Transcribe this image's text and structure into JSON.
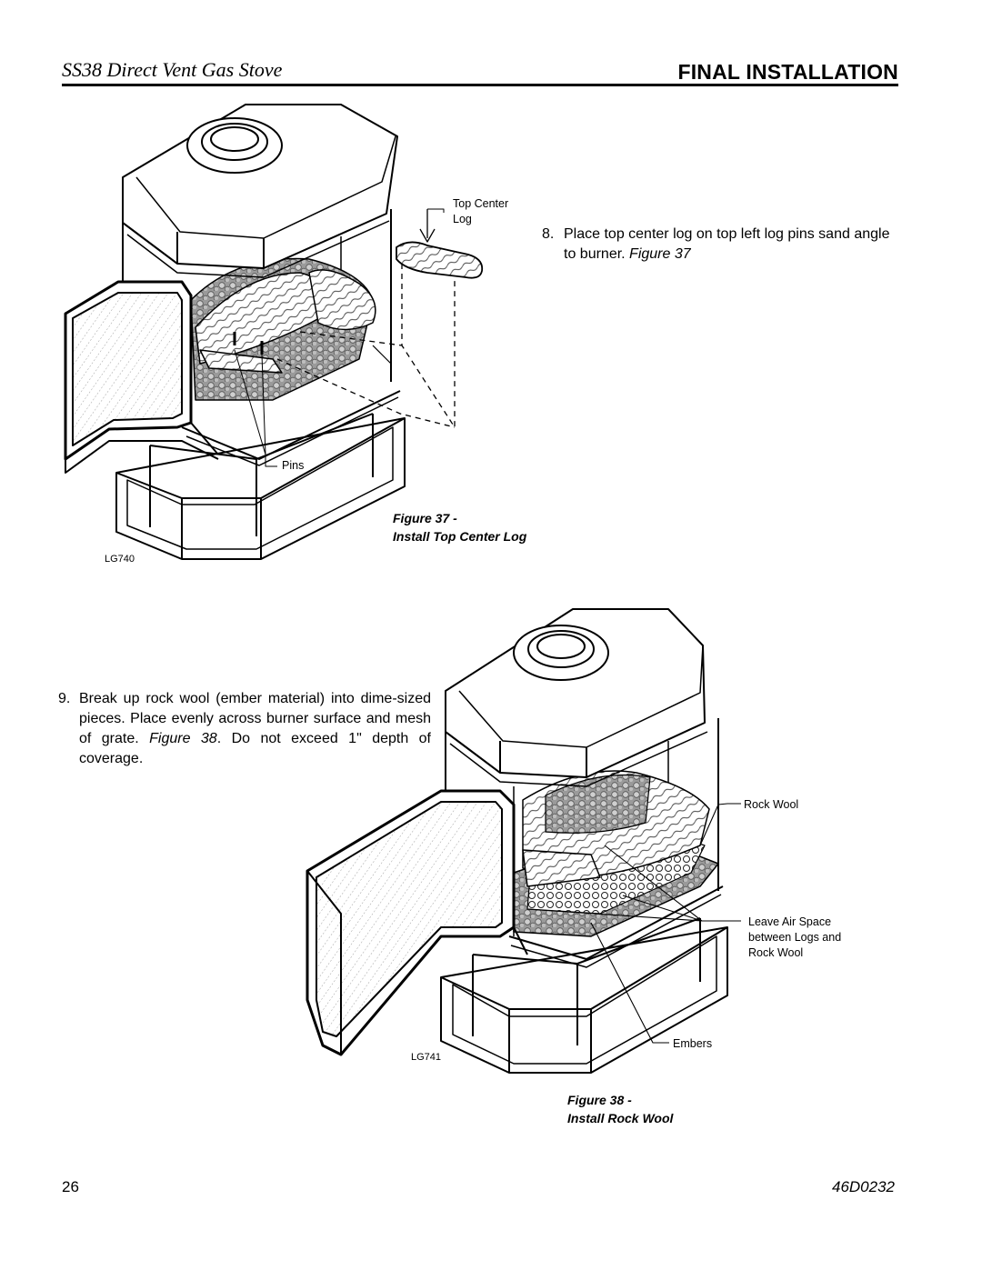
{
  "header": {
    "doc_title": "SS38 Direct Vent Gas Stove",
    "section_title": "FINAL INSTALLATION"
  },
  "steps": [
    {
      "number": "8.",
      "text_before": "Place top center log on top left log pins sand angle to burner. ",
      "ref": "Figure 37"
    },
    {
      "number": "9.",
      "text_before": "Break up rock wool (ember material) into dime-sized pieces. Place evenly across burner surface and mesh of grate. ",
      "ref": "Figure 38",
      "text_after": ". Do not exceed 1\" depth of coverage."
    }
  ],
  "figure37": {
    "callouts": {
      "top_center_log": "Top Center\nLog",
      "pins": "Pins"
    },
    "drawing_code": "LG740",
    "caption_line1": "Figure 37 -",
    "caption_line2": "Install Top Center Log"
  },
  "figure38": {
    "callouts": {
      "rock_wool": "Rock Wool",
      "air_space": "Leave Air Space\nbetween Logs and\nRock Wool",
      "embers": "Embers"
    },
    "drawing_code": "LG741",
    "caption_line1": "Figure 38 -",
    "caption_line2": "Install Rock Wool"
  },
  "footer": {
    "page_number": "26",
    "doc_code": "46D0232"
  }
}
